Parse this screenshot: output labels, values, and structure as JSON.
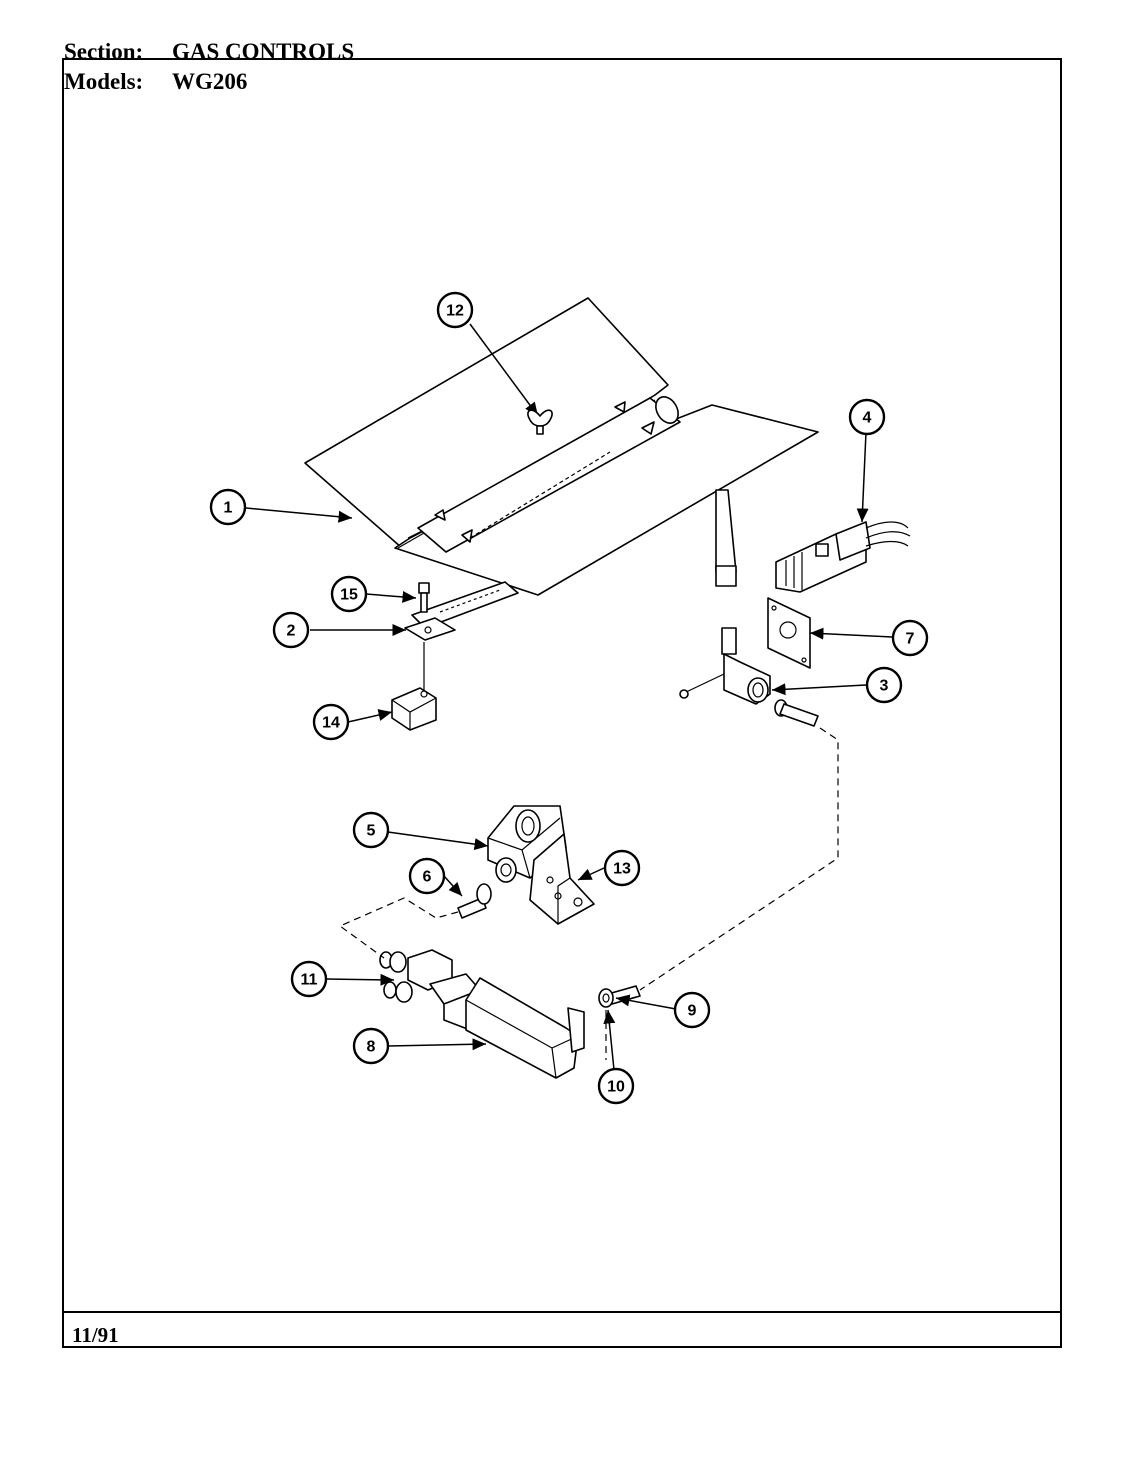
{
  "header": {
    "section_label": "Section:",
    "section_value": "GAS CONTROLS",
    "models_label": "Models:",
    "models_value": "WG206"
  },
  "footer": {
    "date": "11/91"
  },
  "callouts": [
    "1",
    "2",
    "3",
    "4",
    "5",
    "6",
    "7",
    "8",
    "9",
    "10",
    "11",
    "12",
    "13",
    "14",
    "15"
  ]
}
